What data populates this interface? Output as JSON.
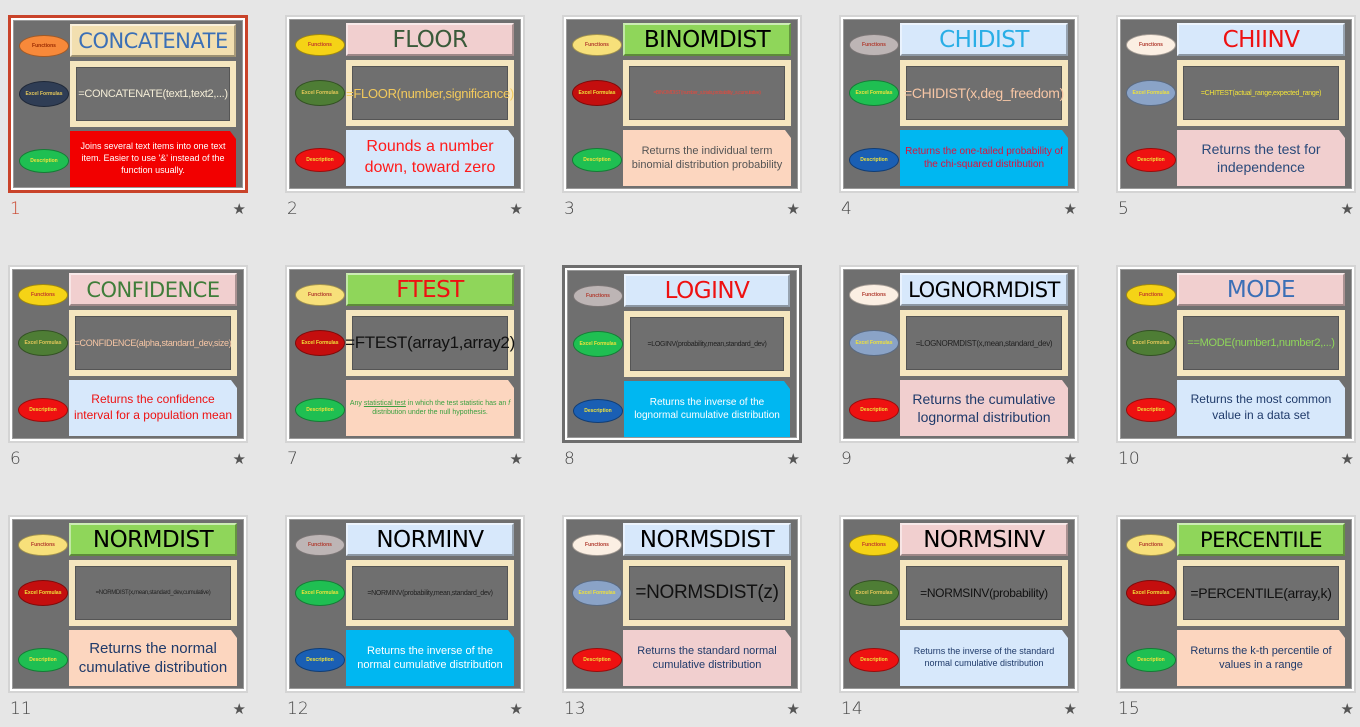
{
  "view": "slide-sorter",
  "selected_slide": 1,
  "hovered_slide": 8,
  "labels": {
    "functions": "Functions",
    "excel_formulas": "Excel Formulas",
    "description": "Description",
    "star": "★"
  },
  "slides": [
    {
      "number": "1",
      "title": "CONCATENATE",
      "title_color": "#3b6fb6",
      "title_bg": "#f2dfb0",
      "formula": "=CONCATENATE(text1,text2,...)",
      "formula_color": "#f3ecd6",
      "formula_size": 11,
      "description": "Joins several text items into one text item. Easier to use '&' instead of the function usually.",
      "desc_color": "#ffffff",
      "desc_bg": "#f20000",
      "desc_size": 9,
      "ovals": [
        {
          "bg": "#f7893a",
          "color": "#9a2a00"
        },
        {
          "bg": "#2f3d55",
          "color": "#e6c85a"
        },
        {
          "bg": "#1fbf52",
          "color": "#f0e23a"
        }
      ]
    },
    {
      "number": "2",
      "title": "FLOOR",
      "title_color": "#3a5a3a",
      "title_bg": "#f1cfcf",
      "formula": "=FLOOR(number,significance)",
      "formula_color": "#f2c95c",
      "formula_size": 13,
      "description": "Rounds a number down, toward zero",
      "desc_color": "#ff1a1a",
      "desc_bg": "#d7e8fb",
      "desc_size": 16,
      "ovals": [
        {
          "bg": "#f5d316",
          "color": "#c0392b"
        },
        {
          "bg": "#4e7d35",
          "color": "#e6c85a"
        },
        {
          "bg": "#ee1111",
          "color": "#f0e23a"
        }
      ]
    },
    {
      "number": "3",
      "title": "BINOMDIST",
      "title_color": "#000000",
      "title_bg": "#8fd65a",
      "formula": "=BINOMDIST(number_s,trials,probability_s,cumulative)",
      "formula_color": "#e8473b",
      "formula_size": 5,
      "description": "Returns the individual term binomial distribution probability",
      "desc_color": "#555555",
      "desc_bg": "#fcd6bf",
      "desc_size": 11,
      "ovals": [
        {
          "bg": "#f7e07a",
          "color": "#b03a2e"
        },
        {
          "bg": "#c40e0e",
          "color": "#f0e23a"
        },
        {
          "bg": "#1fbf52",
          "color": "#f0e23a"
        }
      ]
    },
    {
      "number": "4",
      "title": "CHIDIST",
      "title_color": "#29aee6",
      "title_bg": "#d7e8fb",
      "formula": "=CHIDIST(x,deg_freedom)",
      "formula_color": "#f7c6a5",
      "formula_size": 14,
      "description": "Returns the one-tailed probability of the chi-squared distribution",
      "desc_color": "#e0103a",
      "desc_bg": "#00b7f1",
      "desc_size": 10,
      "ovals": [
        {
          "bg": "#bdb5b5",
          "color": "#b03a2e"
        },
        {
          "bg": "#1fbf52",
          "color": "#f0e23a"
        },
        {
          "bg": "#1a5fb4",
          "color": "#f0e23a"
        }
      ]
    },
    {
      "number": "5",
      "title": "CHIINV",
      "title_color": "#ee1111",
      "title_bg": "#d7e8fb",
      "formula": "=CHITEST(actual_range,expected_range)",
      "formula_color": "#f0e23a",
      "formula_size": 7,
      "description": "Returns the test for independence",
      "desc_color": "#2a4a7a",
      "desc_bg": "#f1cfcf",
      "desc_size": 14,
      "ovals": [
        {
          "bg": "#fbefe3",
          "color": "#b03a2e"
        },
        {
          "bg": "#8aa3c7",
          "color": "#f0e23a"
        },
        {
          "bg": "#ee1111",
          "color": "#f0e23a"
        }
      ]
    },
    {
      "number": "6",
      "title": "CONFIDENCE",
      "title_color": "#3f7d3a",
      "title_bg": "#f1cfcf",
      "formula": "=CONFIDENCE(alpha,standard_dev,size)",
      "formula_color": "#f7c6a5",
      "formula_size": 9,
      "description": "Returns the confidence interval for a population mean",
      "desc_color": "#ee1111",
      "desc_bg": "#d7e8fb",
      "desc_size": 12,
      "ovals": [
        {
          "bg": "#f5d316",
          "color": "#c0392b"
        },
        {
          "bg": "#4e7d35",
          "color": "#e6c85a"
        },
        {
          "bg": "#ee1111",
          "color": "#f0e23a"
        }
      ]
    },
    {
      "number": "7",
      "title": "FTEST",
      "title_color": "#ee1111",
      "title_bg": "#8fd65a",
      "formula": "=FTEST(array1,array2)",
      "formula_color": "#111111",
      "formula_size": 17,
      "description_parts": [
        "Any ",
        "statistical test",
        " in which the test statistic has an ",
        "f",
        " distribution under the null hypothesis."
      ],
      "description": "Any statistical test in which the test statistic has an f distribution under the null hypothesis.",
      "desc_color": "#3aa040",
      "desc_bg": "#fcd6bf",
      "desc_size": 7,
      "ovals": [
        {
          "bg": "#f7e07a",
          "color": "#b03a2e"
        },
        {
          "bg": "#c40e0e",
          "color": "#f0e23a"
        },
        {
          "bg": "#1fbf52",
          "color": "#f0e23a"
        }
      ]
    },
    {
      "number": "8",
      "title": "LOGINV",
      "title_color": "#ee1111",
      "title_bg": "#d7e8fb",
      "formula": "=LOGINV(probability,mean,standard_dev)",
      "formula_color": "#222222",
      "formula_size": 7,
      "description": "Returns the inverse of the lognormal cumulative distribution",
      "desc_color": "#ffffff",
      "desc_bg": "#00b7f1",
      "desc_size": 10,
      "ovals": [
        {
          "bg": "#bdb5b5",
          "color": "#b03a2e"
        },
        {
          "bg": "#1fbf52",
          "color": "#f0e23a"
        },
        {
          "bg": "#1a5fb4",
          "color": "#f0e23a"
        }
      ]
    },
    {
      "number": "9",
      "title": "LOGNORMDIST",
      "title_color": "#000000",
      "title_bg": "#d7e8fb",
      "formula": "=LOGNORMDIST(x,mean,standard_dev)",
      "formula_color": "#222222",
      "formula_size": 8,
      "description": "Returns the cumulative lognormal distribution",
      "desc_color": "#1f3a6a",
      "desc_bg": "#f1cfcf",
      "desc_size": 14,
      "ovals": [
        {
          "bg": "#fbefe3",
          "color": "#b03a2e"
        },
        {
          "bg": "#8aa3c7",
          "color": "#f0e23a"
        },
        {
          "bg": "#ee1111",
          "color": "#f0e23a"
        }
      ]
    },
    {
      "number": "10",
      "title": "MODE",
      "title_color": "#3b6fb6",
      "title_bg": "#f1cfcf",
      "formula": "==MODE(number1,number2,...)",
      "formula_color": "#8fd65a",
      "formula_size": 11,
      "description": "Returns the most common value in a data set",
      "desc_color": "#1f3a6a",
      "desc_bg": "#d7e8fb",
      "desc_size": 12,
      "ovals": [
        {
          "bg": "#f5d316",
          "color": "#c0392b"
        },
        {
          "bg": "#4e7d35",
          "color": "#e6c85a"
        },
        {
          "bg": "#ee1111",
          "color": "#f0e23a"
        }
      ]
    },
    {
      "number": "11",
      "title": "NORMDIST",
      "title_color": "#000000",
      "title_bg": "#8fd65a",
      "formula": "=NORMDIST(x,mean,standard_dev,cumulative)",
      "formula_color": "#222222",
      "formula_size": 6,
      "description": "Returns the normal cumulative distribution",
      "desc_color": "#1f3a6a",
      "desc_bg": "#fcd6bf",
      "desc_size": 15,
      "ovals": [
        {
          "bg": "#f7e07a",
          "color": "#b03a2e"
        },
        {
          "bg": "#c40e0e",
          "color": "#f0e23a"
        },
        {
          "bg": "#1fbf52",
          "color": "#f0e23a"
        }
      ]
    },
    {
      "number": "12",
      "title": "NORMINV",
      "title_color": "#000000",
      "title_bg": "#d7e8fb",
      "formula": "=NORMINV(probability,mean,standard_dev)",
      "formula_color": "#222222",
      "formula_size": 7,
      "description": "Returns the inverse of the normal cumulative distribution",
      "desc_color": "#ffffff",
      "desc_bg": "#00b7f1",
      "desc_size": 11,
      "ovals": [
        {
          "bg": "#bdb5b5",
          "color": "#b03a2e"
        },
        {
          "bg": "#1fbf52",
          "color": "#f0e23a"
        },
        {
          "bg": "#1a5fb4",
          "color": "#f0e23a"
        }
      ]
    },
    {
      "number": "13",
      "title": "NORMSDIST",
      "title_color": "#000000",
      "title_bg": "#d7e8fb",
      "formula": "=NORMSDIST(z)",
      "formula_color": "#111111",
      "formula_size": 19,
      "description": "Returns the standard normal cumulative distribution",
      "desc_color": "#1f3a6a",
      "desc_bg": "#f1cfcf",
      "desc_size": 11,
      "ovals": [
        {
          "bg": "#fbefe3",
          "color": "#b03a2e"
        },
        {
          "bg": "#8aa3c7",
          "color": "#f0e23a"
        },
        {
          "bg": "#ee1111",
          "color": "#f0e23a"
        }
      ]
    },
    {
      "number": "14",
      "title": "NORMSINV",
      "title_color": "#000000",
      "title_bg": "#f1cfcf",
      "formula": "=NORMSINV(probability)",
      "formula_color": "#111111",
      "formula_size": 12,
      "description": "Returns the inverse of the standard normal cumulative distribution",
      "desc_color": "#1f3a6a",
      "desc_bg": "#d7e8fb",
      "desc_size": 9,
      "ovals": [
        {
          "bg": "#f5d316",
          "color": "#c0392b"
        },
        {
          "bg": "#4e7d35",
          "color": "#e6c85a"
        },
        {
          "bg": "#ee1111",
          "color": "#f0e23a"
        }
      ]
    },
    {
      "number": "15",
      "title": "PERCENTILE",
      "title_color": "#000000",
      "title_bg": "#8fd65a",
      "formula": "=PERCENTILE(array,k)",
      "formula_color": "#111111",
      "formula_size": 14,
      "description": "Returns the k-th percentile of values in a range",
      "desc_color": "#1f3a6a",
      "desc_bg": "#fcd6bf",
      "desc_size": 11,
      "ovals": [
        {
          "bg": "#f7e07a",
          "color": "#b03a2e"
        },
        {
          "bg": "#c40e0e",
          "color": "#f0e23a"
        },
        {
          "bg": "#1fbf52",
          "color": "#f0e23a"
        }
      ]
    }
  ]
}
